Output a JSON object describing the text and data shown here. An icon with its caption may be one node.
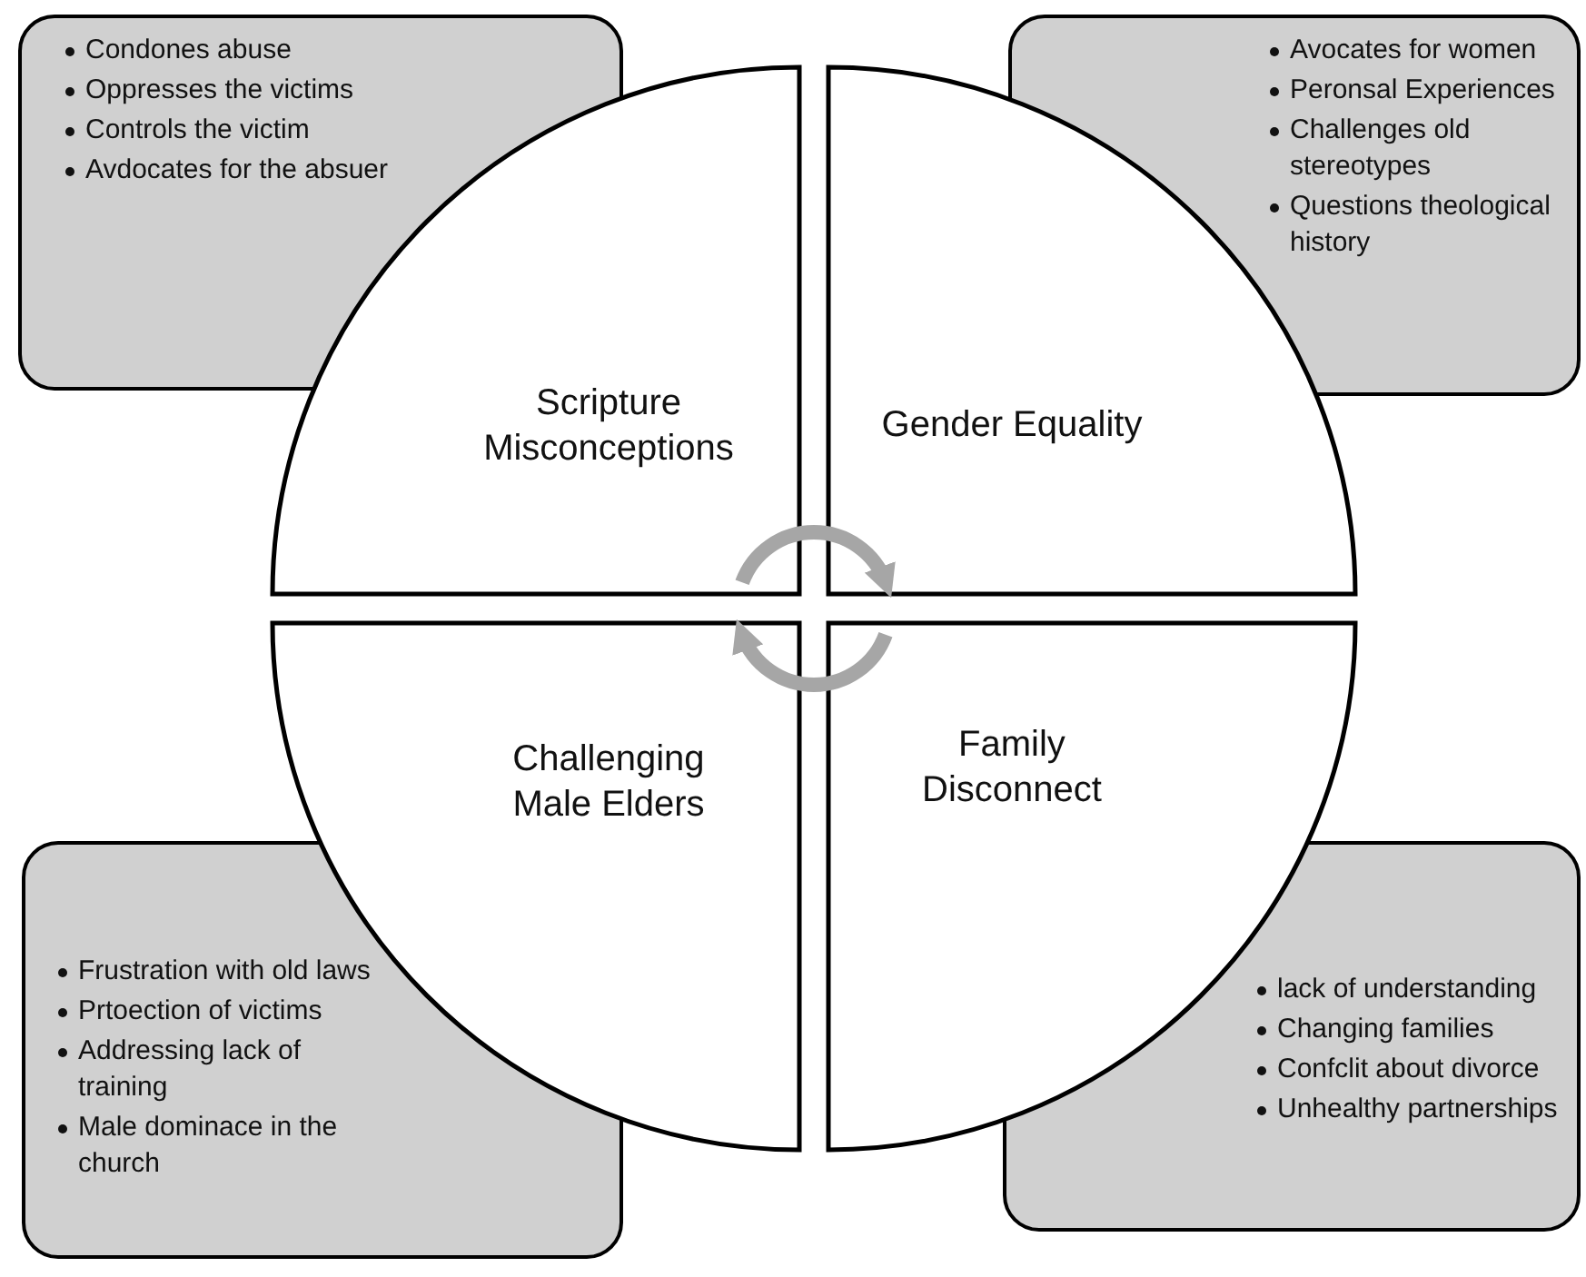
{
  "diagram": {
    "nodes": [
      {
        "text": [
          "Condones abuse",
          "Oppresses the victims",
          "Controls the victim",
          "Avdocates for the absuer"
        ]
      },
      {
        "text": [
          "Avocates for women",
          "Peronsal Experiences",
          "Challenges old stereotypes",
          "Questions theological history"
        ]
      },
      {
        "text": [
          "Frustration with old laws",
          "Prtoection of victims",
          "Addressing lack of training",
          "Male dominace in the church"
        ]
      },
      {
        "text": [
          "lack of understanding",
          "Changing families",
          "Confclit about divorce",
          "Unhealthy partnerships"
        ]
      },
      {
        "text": [
          "Scripture Misconceptions"
        ]
      },
      {
        "text": [
          "Gender Equality"
        ]
      },
      {
        "text": [
          "Challenging Male Elders"
        ]
      },
      {
        "text": [
          "Family Disconnect"
        ]
      }
    ],
    "edges": [
      {
        "from": 4,
        "to": 5,
        "arrow": "to"
      },
      {
        "from": 7,
        "to": 6,
        "arrow": "to"
      }
    ]
  }
}
